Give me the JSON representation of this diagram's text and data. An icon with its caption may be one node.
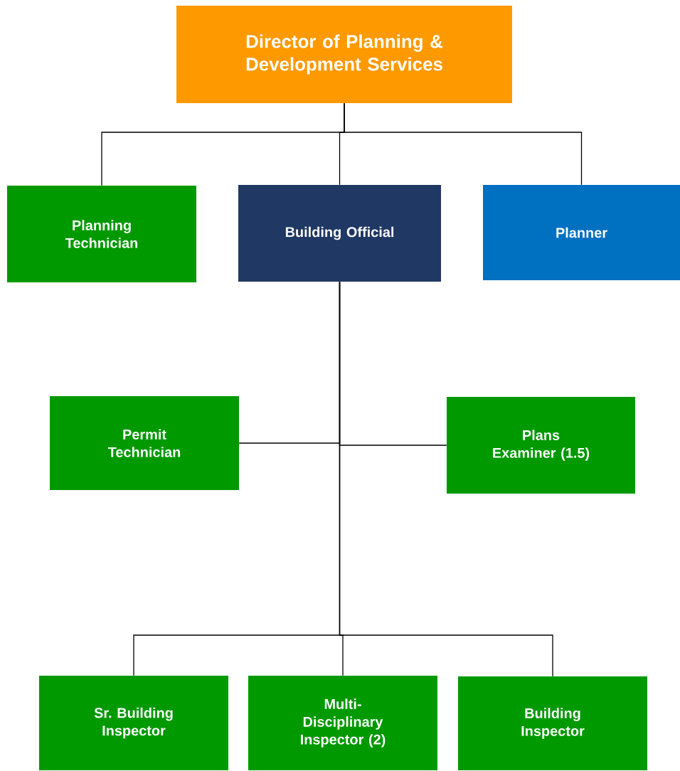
{
  "diagram": {
    "nodes": [
      {
        "text": [
          "Director of Planning & Development Services"
        ]
      },
      {
        "text": [
          "Planning Technician"
        ]
      },
      {
        "text": [
          "Building Official"
        ]
      },
      {
        "text": [
          "Planner"
        ]
      },
      {
        "text": [
          "Permit Technician"
        ]
      },
      {
        "text": [
          "Plans Examiner (1.5)"
        ]
      },
      {
        "text": [
          "Sr. Building Inspector"
        ]
      },
      {
        "text": [
          "Multi-Disciplinary Inspector (2)"
        ]
      },
      {
        "text": [
          "Building Inspector"
        ]
      }
    ],
    "edges": [
      {
        "from": 0,
        "to": 1,
        "arrow": "none"
      },
      {
        "from": 0,
        "to": 2,
        "arrow": "none"
      },
      {
        "from": 0,
        "to": 3,
        "arrow": "none"
      },
      {
        "from": 2,
        "to": 4,
        "arrow": "none"
      },
      {
        "from": 2,
        "to": 5,
        "arrow": "none"
      },
      {
        "from": 2,
        "to": 6,
        "arrow": "none"
      },
      {
        "from": 2,
        "to": 7,
        "arrow": "none"
      },
      {
        "from": 2,
        "to": 8,
        "arrow": "none"
      }
    ]
  }
}
